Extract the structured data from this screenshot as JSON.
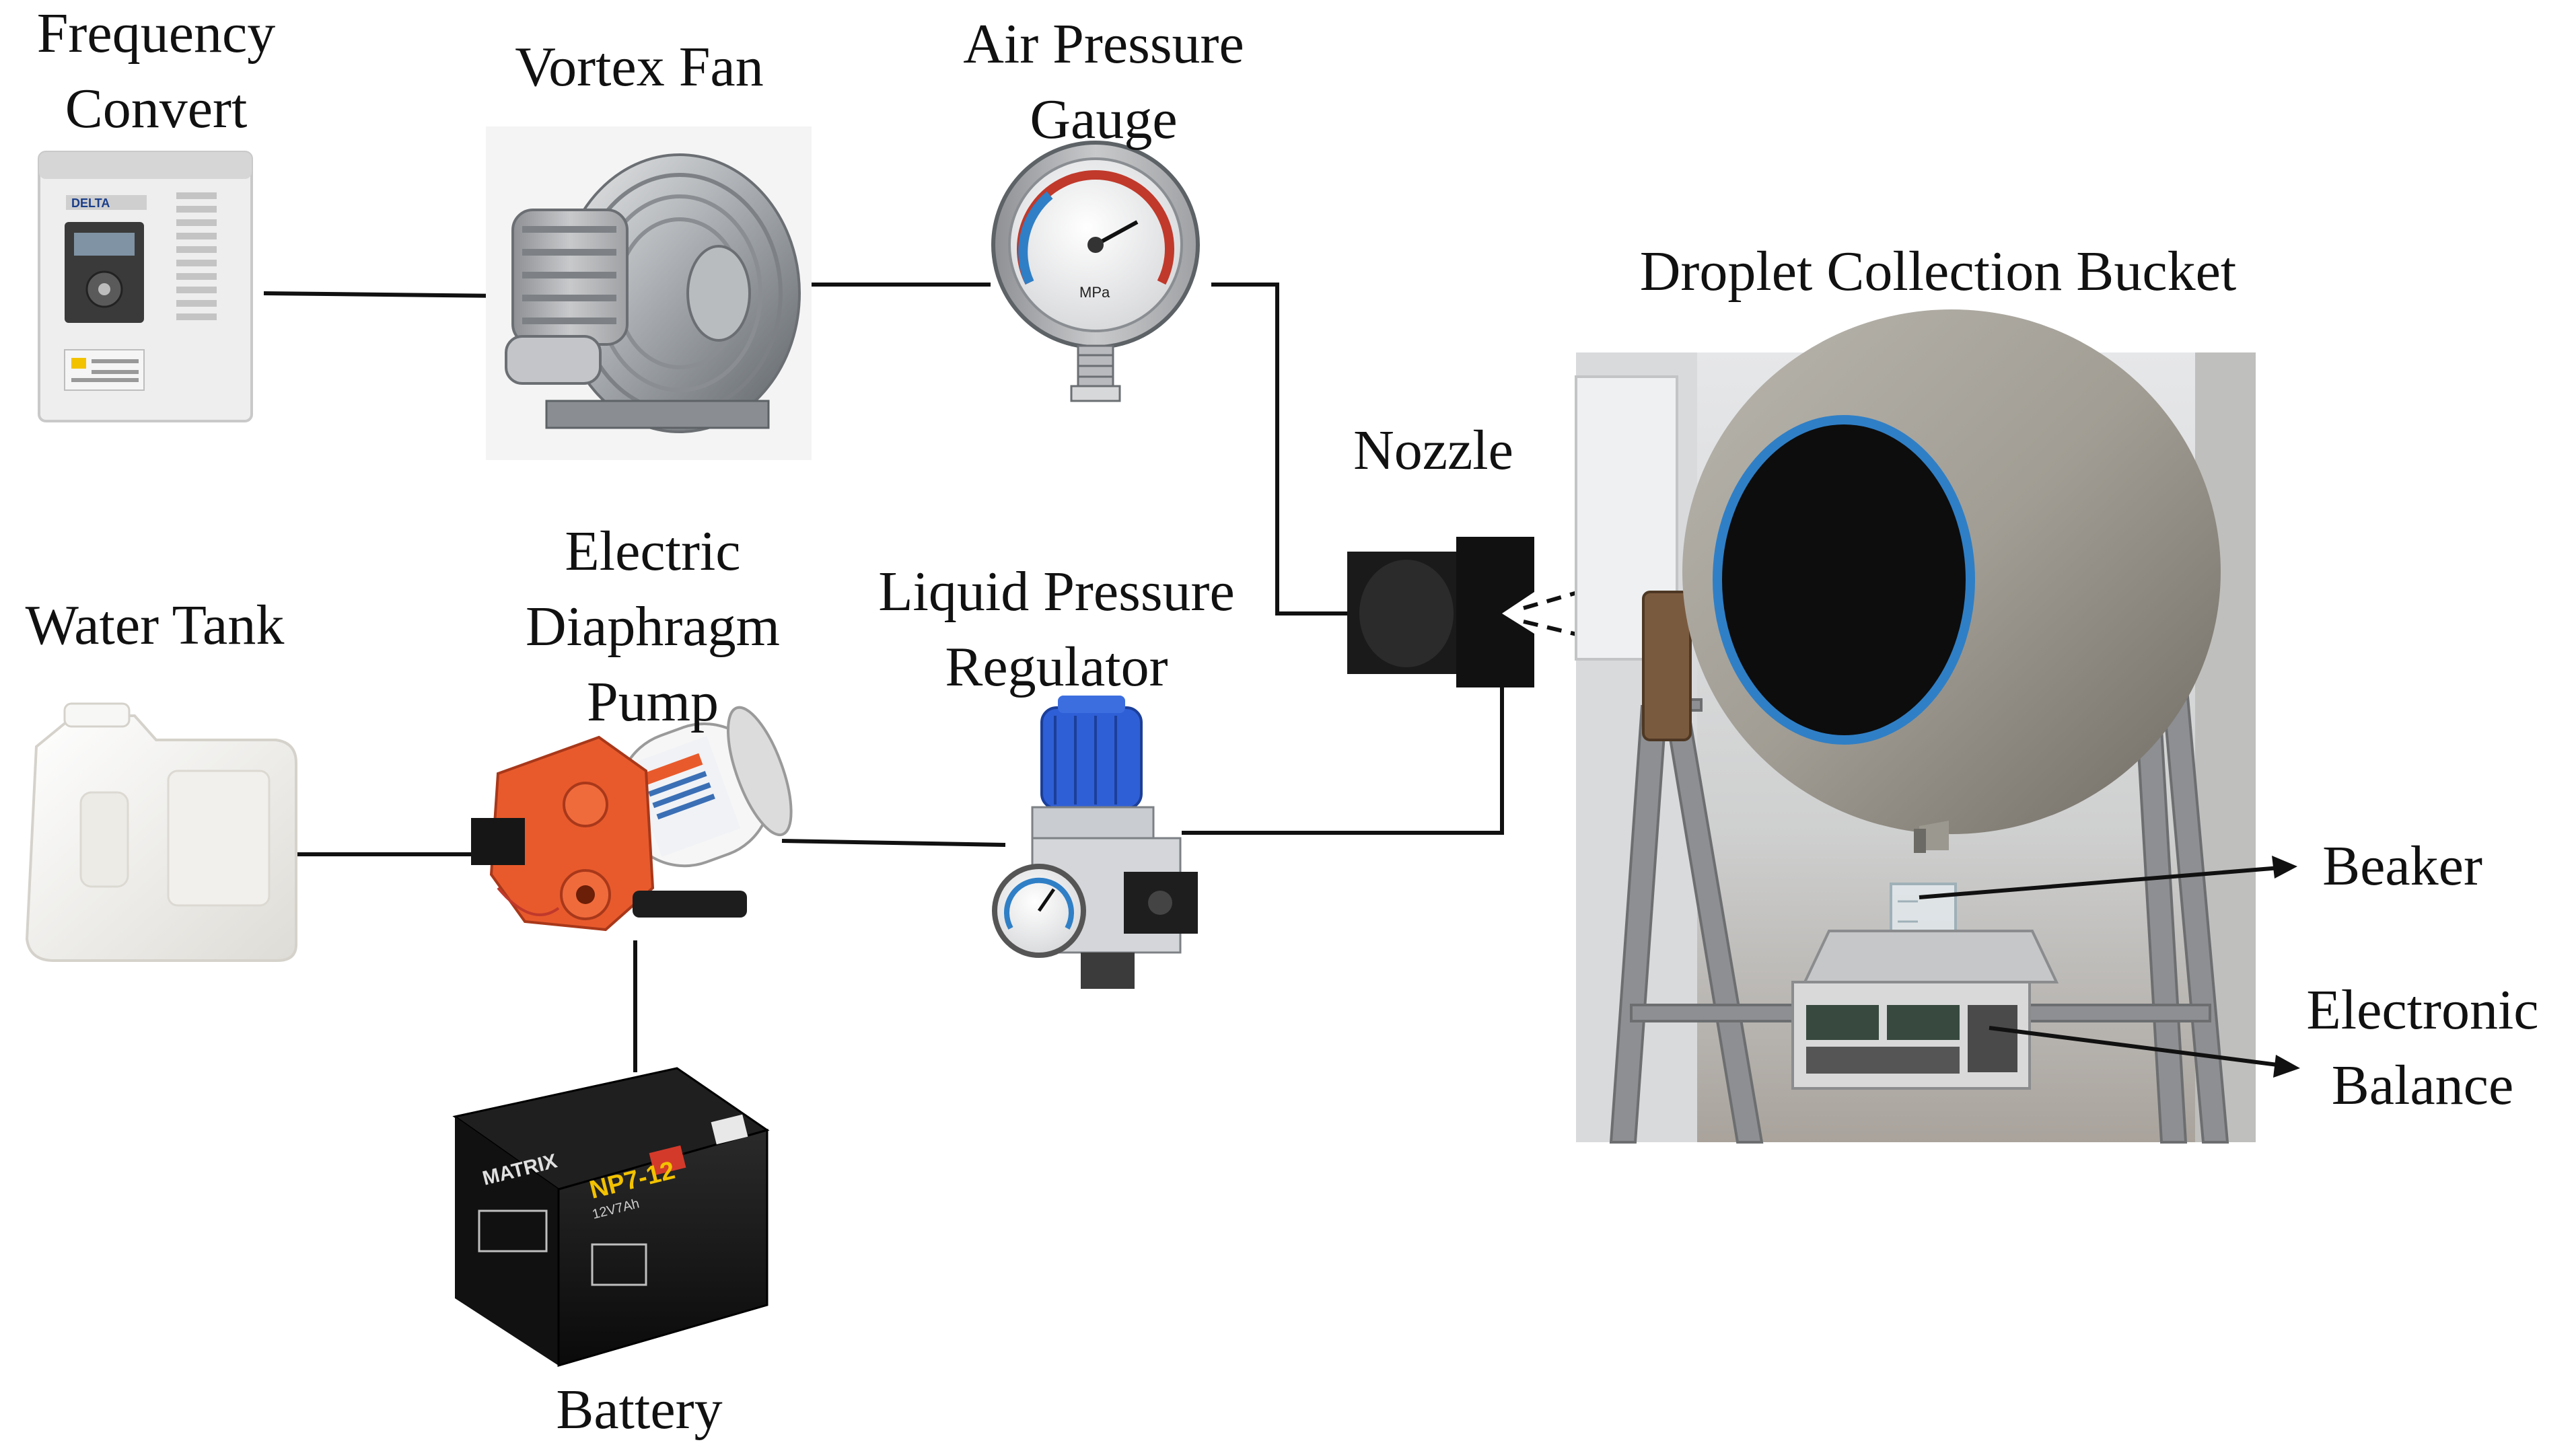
{
  "labels": {
    "frequency_convert": [
      "Frequency",
      "Convert"
    ],
    "vortex_fan": "Vortex Fan",
    "air_pressure_gauge": [
      "Air Pressure",
      "Gauge"
    ],
    "droplet_collection_bucket": "Droplet Collection Bucket",
    "nozzle": "Nozzle",
    "water_tank": "Water Tank",
    "electric_diaphragm_pump": [
      "Electric",
      "Diaphragm",
      "Pump"
    ],
    "liquid_pressure_regulator": [
      "Liquid Pressure",
      "Regulator"
    ],
    "beaker": "Beaker",
    "electronic_balance": [
      "Electronic",
      "Balance"
    ],
    "battery": "Battery"
  },
  "device_text": {
    "inverter_brand": "DELTA",
    "gauge_unit": "MPa",
    "battery_brand": "MATRIX",
    "battery_model": "NP7-12",
    "battery_spec": "12V7Ah"
  },
  "colors": {
    "line": "#111111",
    "bucket_rim": "#2f7fc6",
    "pump_orange": "#e85a2c",
    "regulator_blue": "#2f5fd6",
    "tank_white": "#f4f4f2"
  }
}
